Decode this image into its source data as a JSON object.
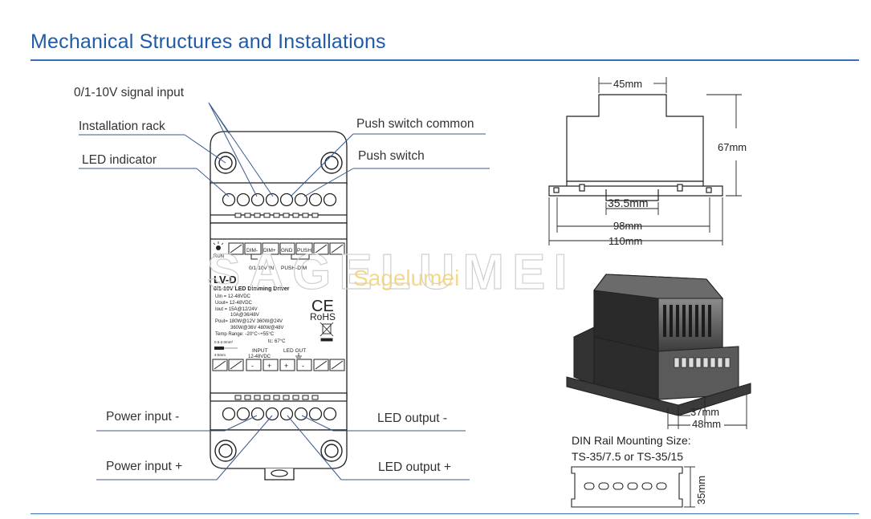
{
  "header": {
    "title": "Mechanical Structures and Installations"
  },
  "callouts": {
    "signal_input": "0/1-10V signal input",
    "installation_rack": "Installation rack",
    "led_indicator": "LED indicator",
    "push_switch_common": "Push switch common",
    "push_switch": "Push switch",
    "power_input_minus": "Power input -",
    "power_input_plus": "Power input +",
    "led_output_minus": "LED output -",
    "led_output_plus": "LED output +"
  },
  "device": {
    "run_label": "RUN",
    "terminals_top": [
      "DIM-",
      "DIM+",
      "GND",
      "PUSH"
    ],
    "sub_label_left": "0/1-10V IN",
    "sub_label_right": "PUSH-DIM",
    "model": "LV-D",
    "product_name": "0/1-10V LED Dimming Driver",
    "spec_uin": "Uin = 12-48VDC",
    "spec_uout": "Uout= 12-48VDC",
    "spec_iout_1": "Iout = 15A@12/24V",
    "spec_iout_2": "10A@36/48V",
    "spec_pout_1": "Pout= 180W@12V 360W@24V",
    "spec_pout_2": "360W@36V 480W@48V",
    "spec_temp": "Temp Range: -20°C~+55°C",
    "wire_size": "0.5-2.0mm²",
    "strip_len": "4-5mm",
    "tc": "tc: 67°C",
    "input_label": "INPUT",
    "input_voltage": "12-48VDC",
    "led_out_label": "LED OUT",
    "ce_mark": "CE",
    "rohs_mark": "RoHS",
    "terminals_bottom": [
      "-",
      "+",
      "+",
      "-"
    ]
  },
  "watermark": {
    "brand": "SAGELUMEI",
    "brand_small": "Sagelumei"
  },
  "dimensions": {
    "width_top": "45mm",
    "height": "67mm",
    "rail_inner": "35.5mm",
    "width_mid": "98mm",
    "width_full": "110mm",
    "depth_inner": "37mm",
    "depth_full": "48mm"
  },
  "din_rail": {
    "title": "DIN Rail Mounting Size:",
    "spec": "TS-35/7.5 or TS-35/15",
    "height": "35mm"
  }
}
